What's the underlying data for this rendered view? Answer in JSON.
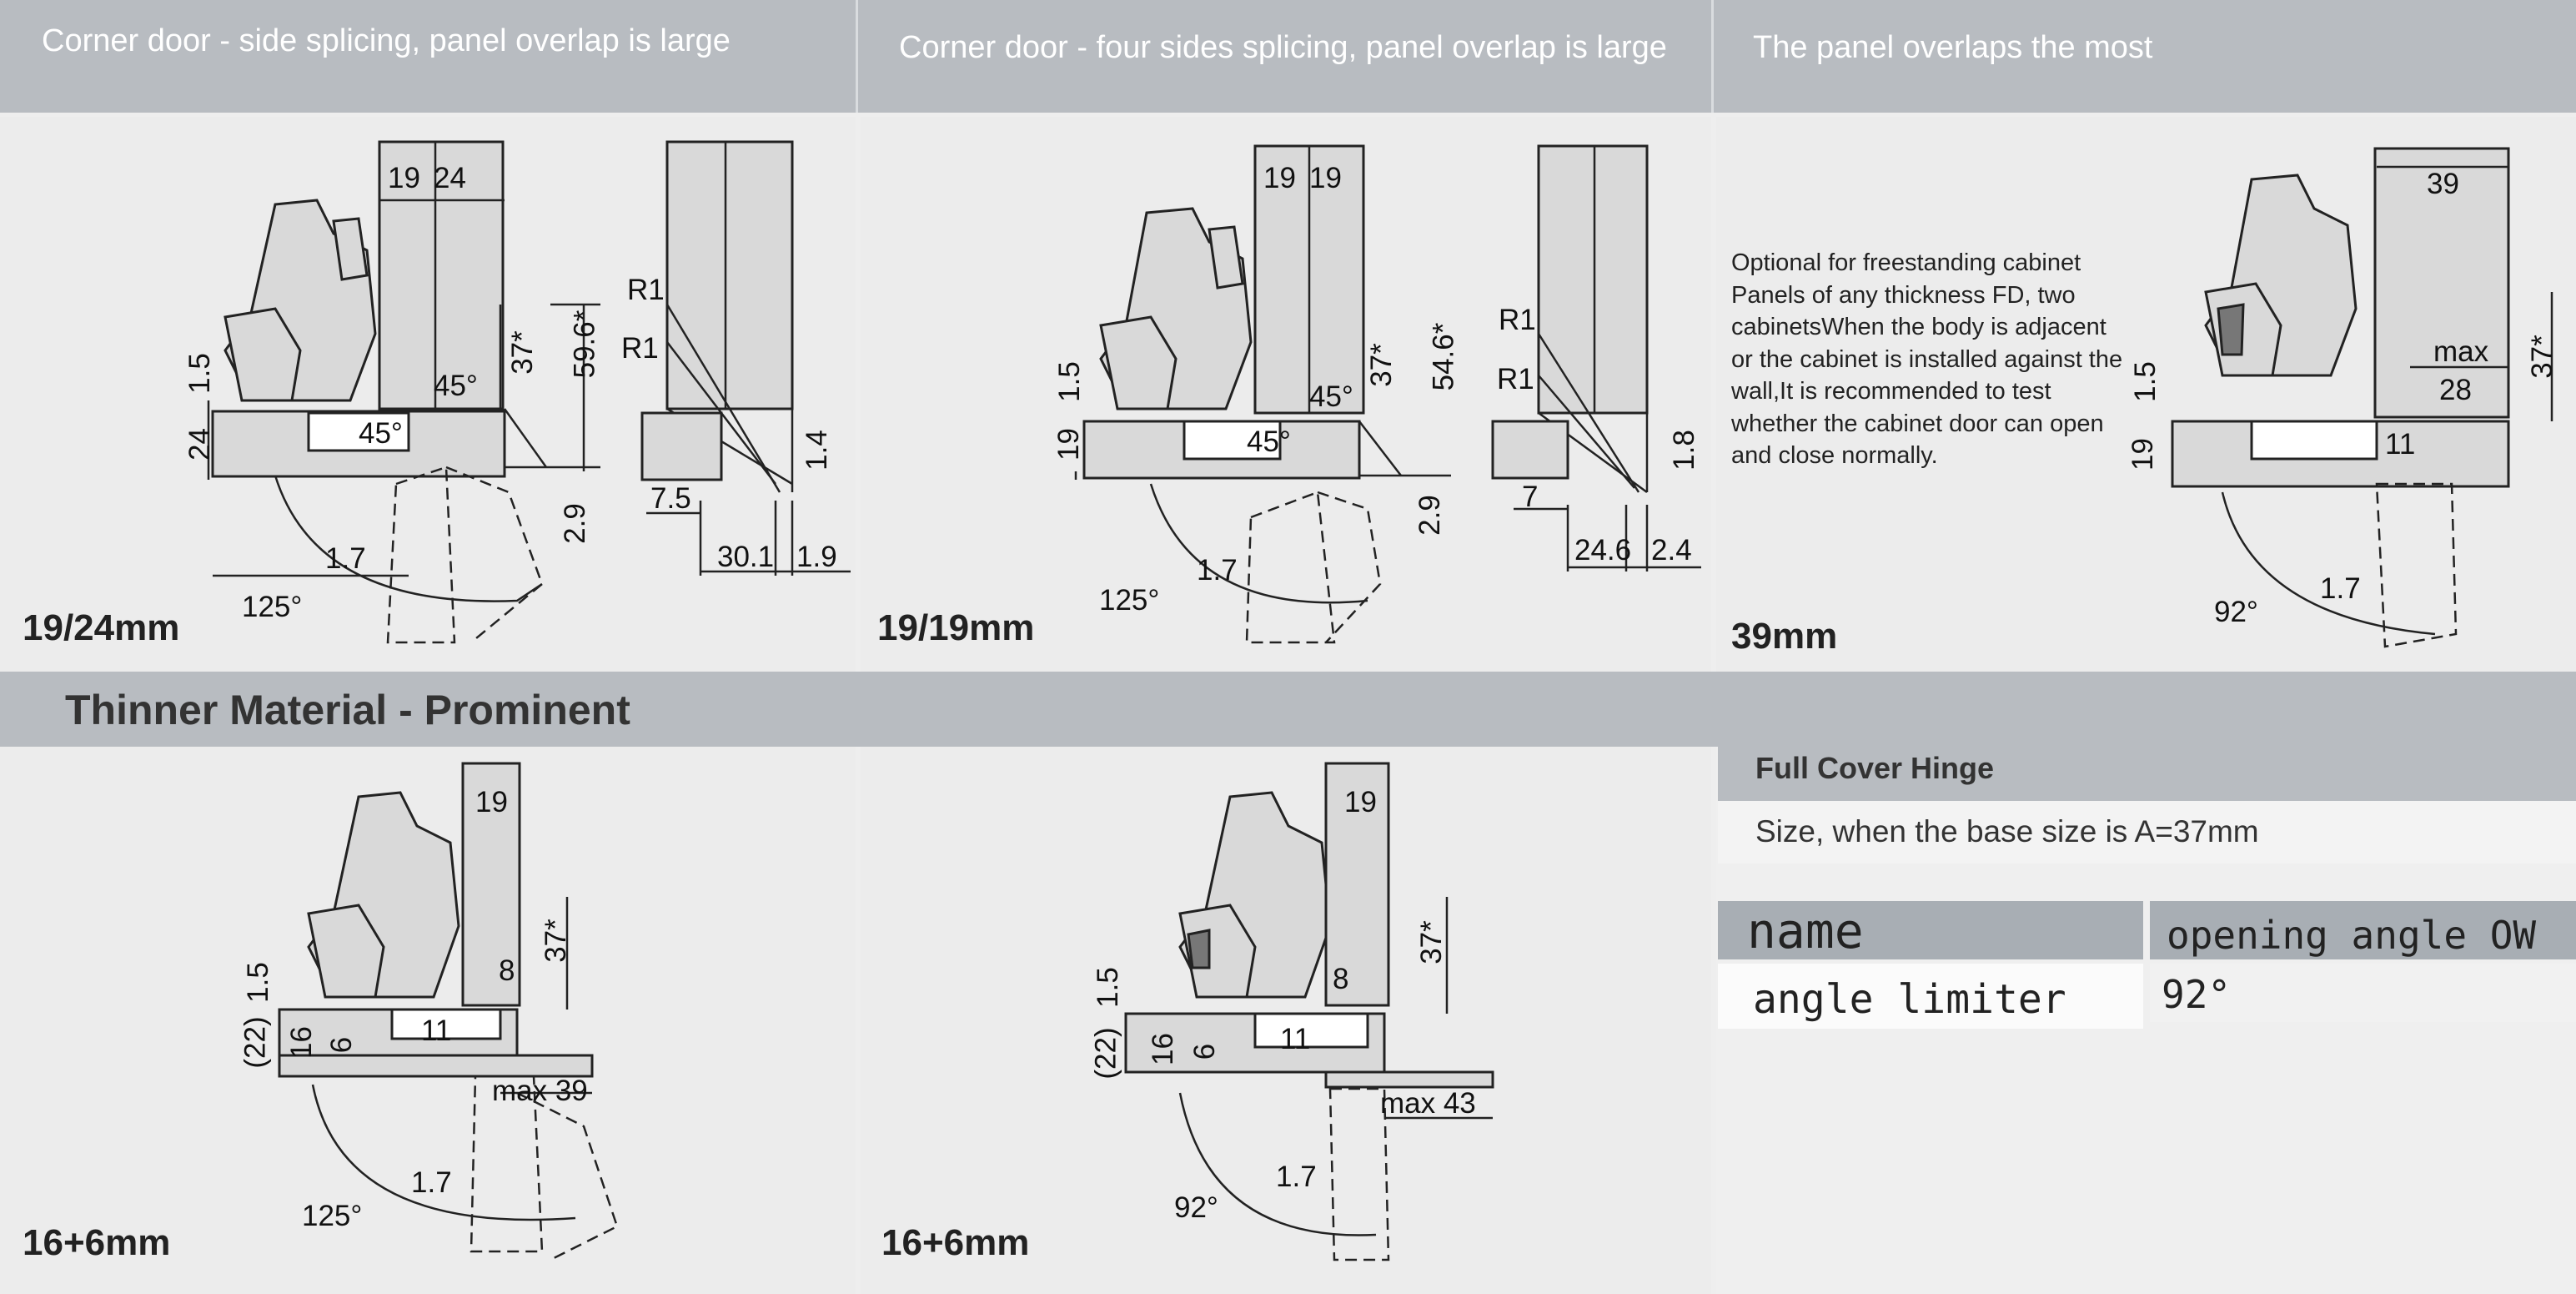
{
  "headers": {
    "col1": "Corner door - side splicing, panel overlap is large",
    "col2": "Corner door - four sides splicing, panel overlap is large",
    "col3": "The panel overlaps the most"
  },
  "section2_title": "Thinner Material - Prominent",
  "captions": {
    "p1": "19/24mm",
    "p2": "19/19mm",
    "p3": "39mm",
    "p4": "16+6mm",
    "p5": "16+6mm"
  },
  "note": "Optional for freestanding cabinet Panels of any thickness FD, two cabinetsWhen the body is adjacent or the cabinet is installed against the wall,It is recommended to test whether the cabinet door can open and close normally.",
  "info": {
    "title": "Full Cover Hinge",
    "subtitle": "Size, when the base size is A=37mm"
  },
  "table": {
    "headers": [
      "name",
      "opening angle OW"
    ],
    "rows": [
      [
        "angle limiter",
        "92°"
      ]
    ]
  },
  "dims": {
    "p1": [
      "19",
      "24",
      "37*",
      "59.6*",
      "1.5",
      "24",
      "45°",
      "45°",
      "2.9",
      "1.7",
      "125°"
    ],
    "p1b": [
      "R1",
      "R1",
      "1.4",
      "7.5",
      "30.1",
      "1.9"
    ],
    "p2": [
      "19",
      "19",
      "37*",
      "54.6*",
      "1.5",
      "19",
      "45°",
      "45°",
      "2.9",
      "1.7",
      "125°"
    ],
    "p2b": [
      "R1",
      "R1",
      "1.8",
      "7",
      "24.6",
      "2.4"
    ],
    "p3": [
      "39",
      "37*",
      "max",
      "28",
      "1.5",
      "19",
      "11",
      "1.7",
      "92°"
    ],
    "p4": [
      "19",
      "37*",
      "1.5",
      "8",
      "(22)",
      "16",
      "6",
      "11",
      "max 39",
      "1.7",
      "125°"
    ],
    "p5": [
      "19",
      "37*",
      "1.5",
      "8",
      "(22)",
      "16",
      "6",
      "11",
      "max 43",
      "1.7",
      "92°"
    ]
  }
}
